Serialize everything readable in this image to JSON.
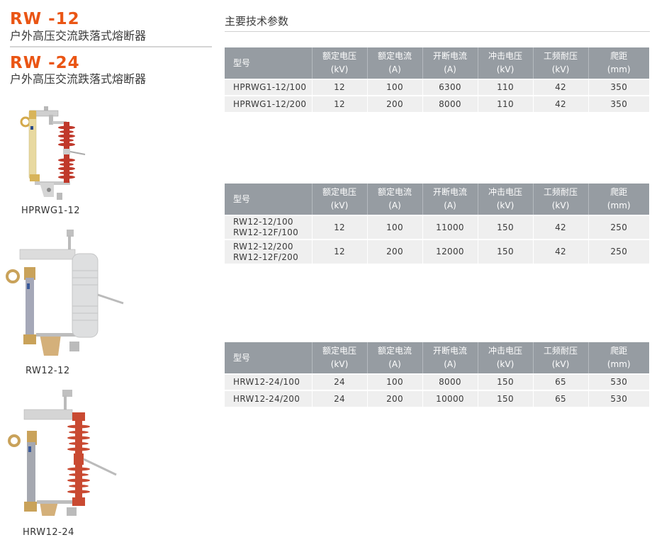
{
  "left": {
    "series": [
      {
        "title": "RW -12",
        "subtitle": "户外高压交流跌落式熔断器"
      },
      {
        "title": "RW -24",
        "subtitle": "户外高压交流跌落式熔断器"
      }
    ],
    "products": [
      {
        "label": "HPRWG1-12",
        "insulator_color": "#c0392b",
        "tube_color": "#e8d9a0"
      },
      {
        "label": "RW12-12",
        "insulator_color": "#dedfe0",
        "tube_color": "#a5a8b8"
      },
      {
        "label": "HRW12-24",
        "insulator_color": "#c94a32",
        "tube_color": "#a5a8b0"
      }
    ]
  },
  "right": {
    "title": "主要技术参数",
    "headers": [
      {
        "name": "型号",
        "unit": ""
      },
      {
        "name": "额定电压",
        "unit": "(kV)"
      },
      {
        "name": "额定电流",
        "unit": "(A)"
      },
      {
        "name": "开断电流",
        "unit": "(A)"
      },
      {
        "name": "冲击电压",
        "unit": "(kV)"
      },
      {
        "name": "工频耐压",
        "unit": "(kV)"
      },
      {
        "name": "爬距",
        "unit": "(mm)"
      }
    ],
    "tables": [
      {
        "rows": [
          {
            "model": [
              "HPRWG1-12/100"
            ],
            "values": [
              "12",
              "100",
              "6300",
              "110",
              "42",
              "350"
            ]
          },
          {
            "model": [
              "HPRWG1-12/200"
            ],
            "values": [
              "12",
              "200",
              "8000",
              "110",
              "42",
              "350"
            ]
          }
        ]
      },
      {
        "rows": [
          {
            "model": [
              "RW12-12/100",
              "RW12-12F/100"
            ],
            "values": [
              "12",
              "100",
              "11000",
              "150",
              "42",
              "250"
            ]
          },
          {
            "model": [
              "RW12-12/200",
              "RW12-12F/200"
            ],
            "values": [
              "12",
              "200",
              "12000",
              "150",
              "42",
              "250"
            ]
          }
        ]
      },
      {
        "rows": [
          {
            "model": [
              "HRW12-24/100"
            ],
            "values": [
              "24",
              "100",
              "8000",
              "150",
              "65",
              "530"
            ]
          },
          {
            "model": [
              "HRW12-24/200"
            ],
            "values": [
              "24",
              "200",
              "10000",
              "150",
              "65",
              "530"
            ]
          }
        ]
      }
    ]
  },
  "colors": {
    "accent": "#ea5514",
    "header_bg": "#969ca2",
    "row_bg": "#efefef"
  }
}
